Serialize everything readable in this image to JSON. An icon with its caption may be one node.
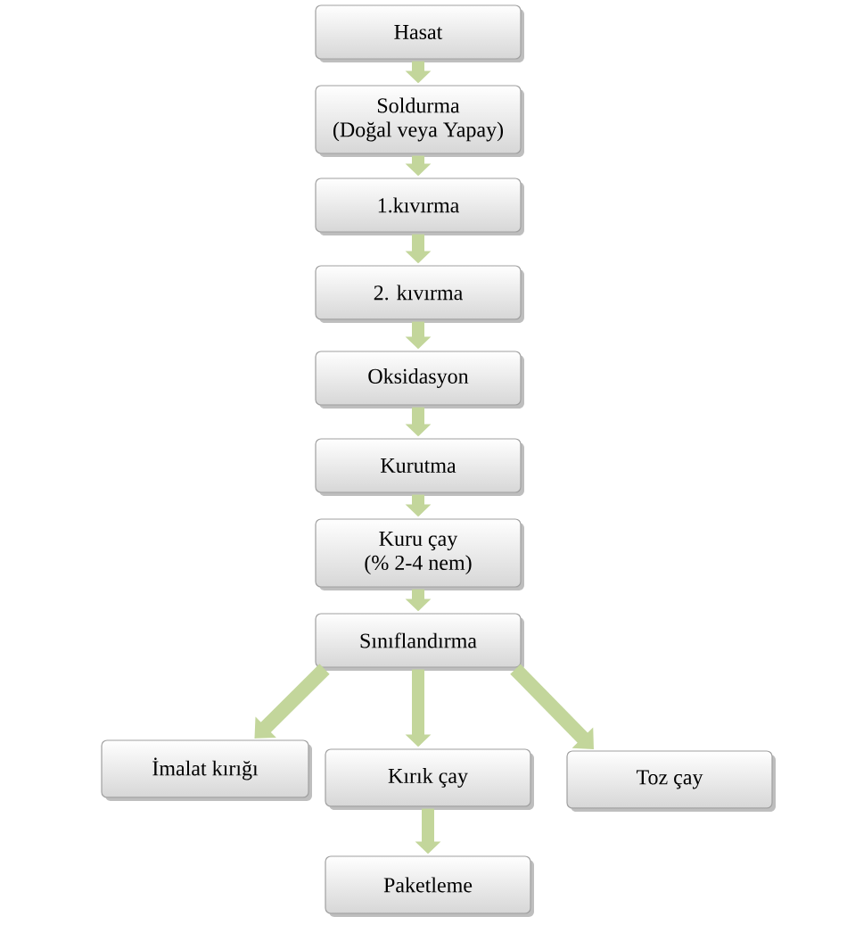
{
  "diagram": {
    "nodes": [
      {
        "text": [
          "Hasat"
        ]
      },
      {
        "text": [
          "Soldurma",
          "(Doğal veya Yapay)"
        ]
      },
      {
        "text": [
          "1.kıvırma"
        ]
      },
      {
        "text": [
          "2. kıvırma"
        ]
      },
      {
        "text": [
          "Oksidasyon"
        ]
      },
      {
        "text": [
          "Kurutma"
        ]
      },
      {
        "text": [
          "Kuru çay",
          "(% 2-4 nem)"
        ]
      },
      {
        "text": [
          "Sınıflandırma"
        ]
      },
      {
        "text": [
          "İmalat kırığı"
        ]
      },
      {
        "text": [
          "Kırık çay"
        ]
      },
      {
        "text": [
          "Toz çay"
        ]
      },
      {
        "text": [
          "Paketleme"
        ]
      }
    ],
    "edges": [
      {
        "from": 0,
        "to": 1,
        "arrow": "to"
      },
      {
        "from": 1,
        "to": 2,
        "arrow": "to"
      },
      {
        "from": 2,
        "to": 3,
        "arrow": "to"
      },
      {
        "from": 3,
        "to": 4,
        "arrow": "to"
      },
      {
        "from": 4,
        "to": 5,
        "arrow": "to"
      },
      {
        "from": 5,
        "to": 6,
        "arrow": "to"
      },
      {
        "from": 6,
        "to": 7,
        "arrow": "to"
      },
      {
        "from": 7,
        "to": 8,
        "arrow": "to"
      },
      {
        "from": 7,
        "to": 9,
        "arrow": "to"
      },
      {
        "from": 7,
        "to": 10,
        "arrow": "to"
      },
      {
        "from": 9,
        "to": 11,
        "arrow": "to"
      }
    ]
  }
}
